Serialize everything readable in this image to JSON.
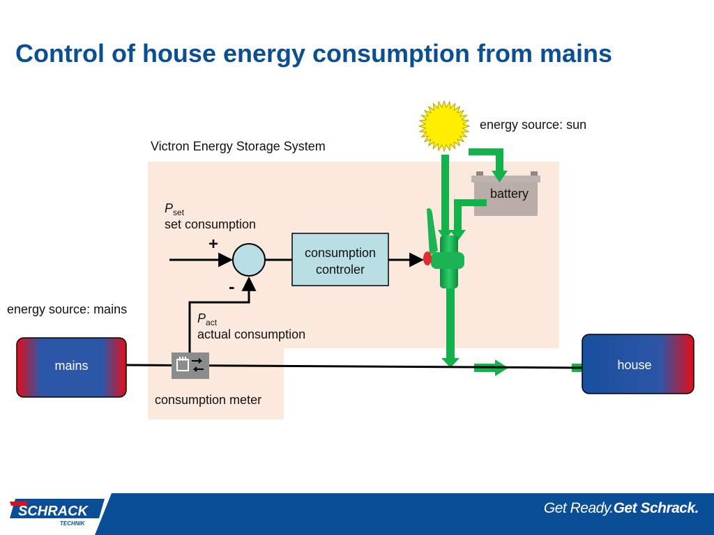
{
  "title": "Control of house energy consumption from mains",
  "system_label": "Victron Energy Storage System",
  "sun_label": "energy source: sun",
  "mains_source_label": "energy source: mains",
  "mains_box": "mains",
  "house_box": "house",
  "battery_label": "battery",
  "controller_line1": "consumption",
  "controller_line2": "controler",
  "meter_label": "consumption meter",
  "pset": {
    "symbol": "P",
    "subscript": "set",
    "description": "set consumption"
  },
  "pact": {
    "symbol": "P",
    "subscript": "act",
    "description": "actual consumption"
  },
  "plus_sign": "+",
  "minus_sign": "-",
  "footer": {
    "logo_main": "SCHRACK",
    "logo_sub": "TECHNIK",
    "slogan_part1": "Get Ready.",
    "slogan_part2": "Get Schrack."
  },
  "colors": {
    "title": "#0a4f94",
    "system_bg": "#fce9dd",
    "flow_green": "#12b24d",
    "controller_fill": "#b9dfe5",
    "footer_blue": "#0b4e98",
    "sun_yellow": "#ffee00"
  }
}
